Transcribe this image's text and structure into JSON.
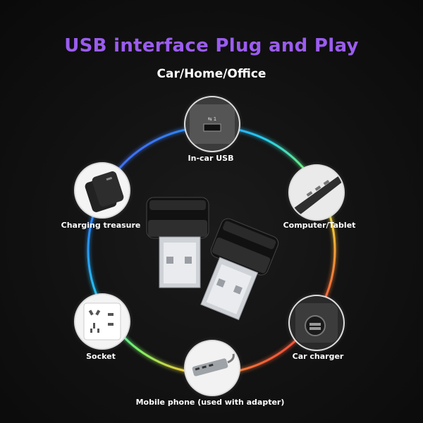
{
  "header": {
    "title": "USB interface Plug and Play",
    "subtitle": "Car/Home/Office"
  },
  "colors": {
    "title": "#9b5cf0",
    "ring_gradient": [
      "#7a3cff",
      "#2d8cff",
      "#27d8ff",
      "#7dff6a",
      "#ffd23a",
      "#ff5a3a",
      "#ff3aa8",
      "#7a3cff"
    ]
  },
  "scenarios": [
    {
      "label": "In-car USB",
      "icon": "car-usb-port-icon"
    },
    {
      "label": "Computer/Tablet",
      "icon": "laptop-ports-icon"
    },
    {
      "label": "Car charger",
      "icon": "car-charger-icon"
    },
    {
      "label": "Mobile phone (used with adapter)",
      "icon": "usb-hub-adapter-icon"
    },
    {
      "label": "Socket",
      "icon": "wall-socket-icon"
    },
    {
      "label": "Charging treasure",
      "icon": "power-bank-icon"
    }
  ],
  "product": {
    "icon": "usb-led-light-icon"
  }
}
